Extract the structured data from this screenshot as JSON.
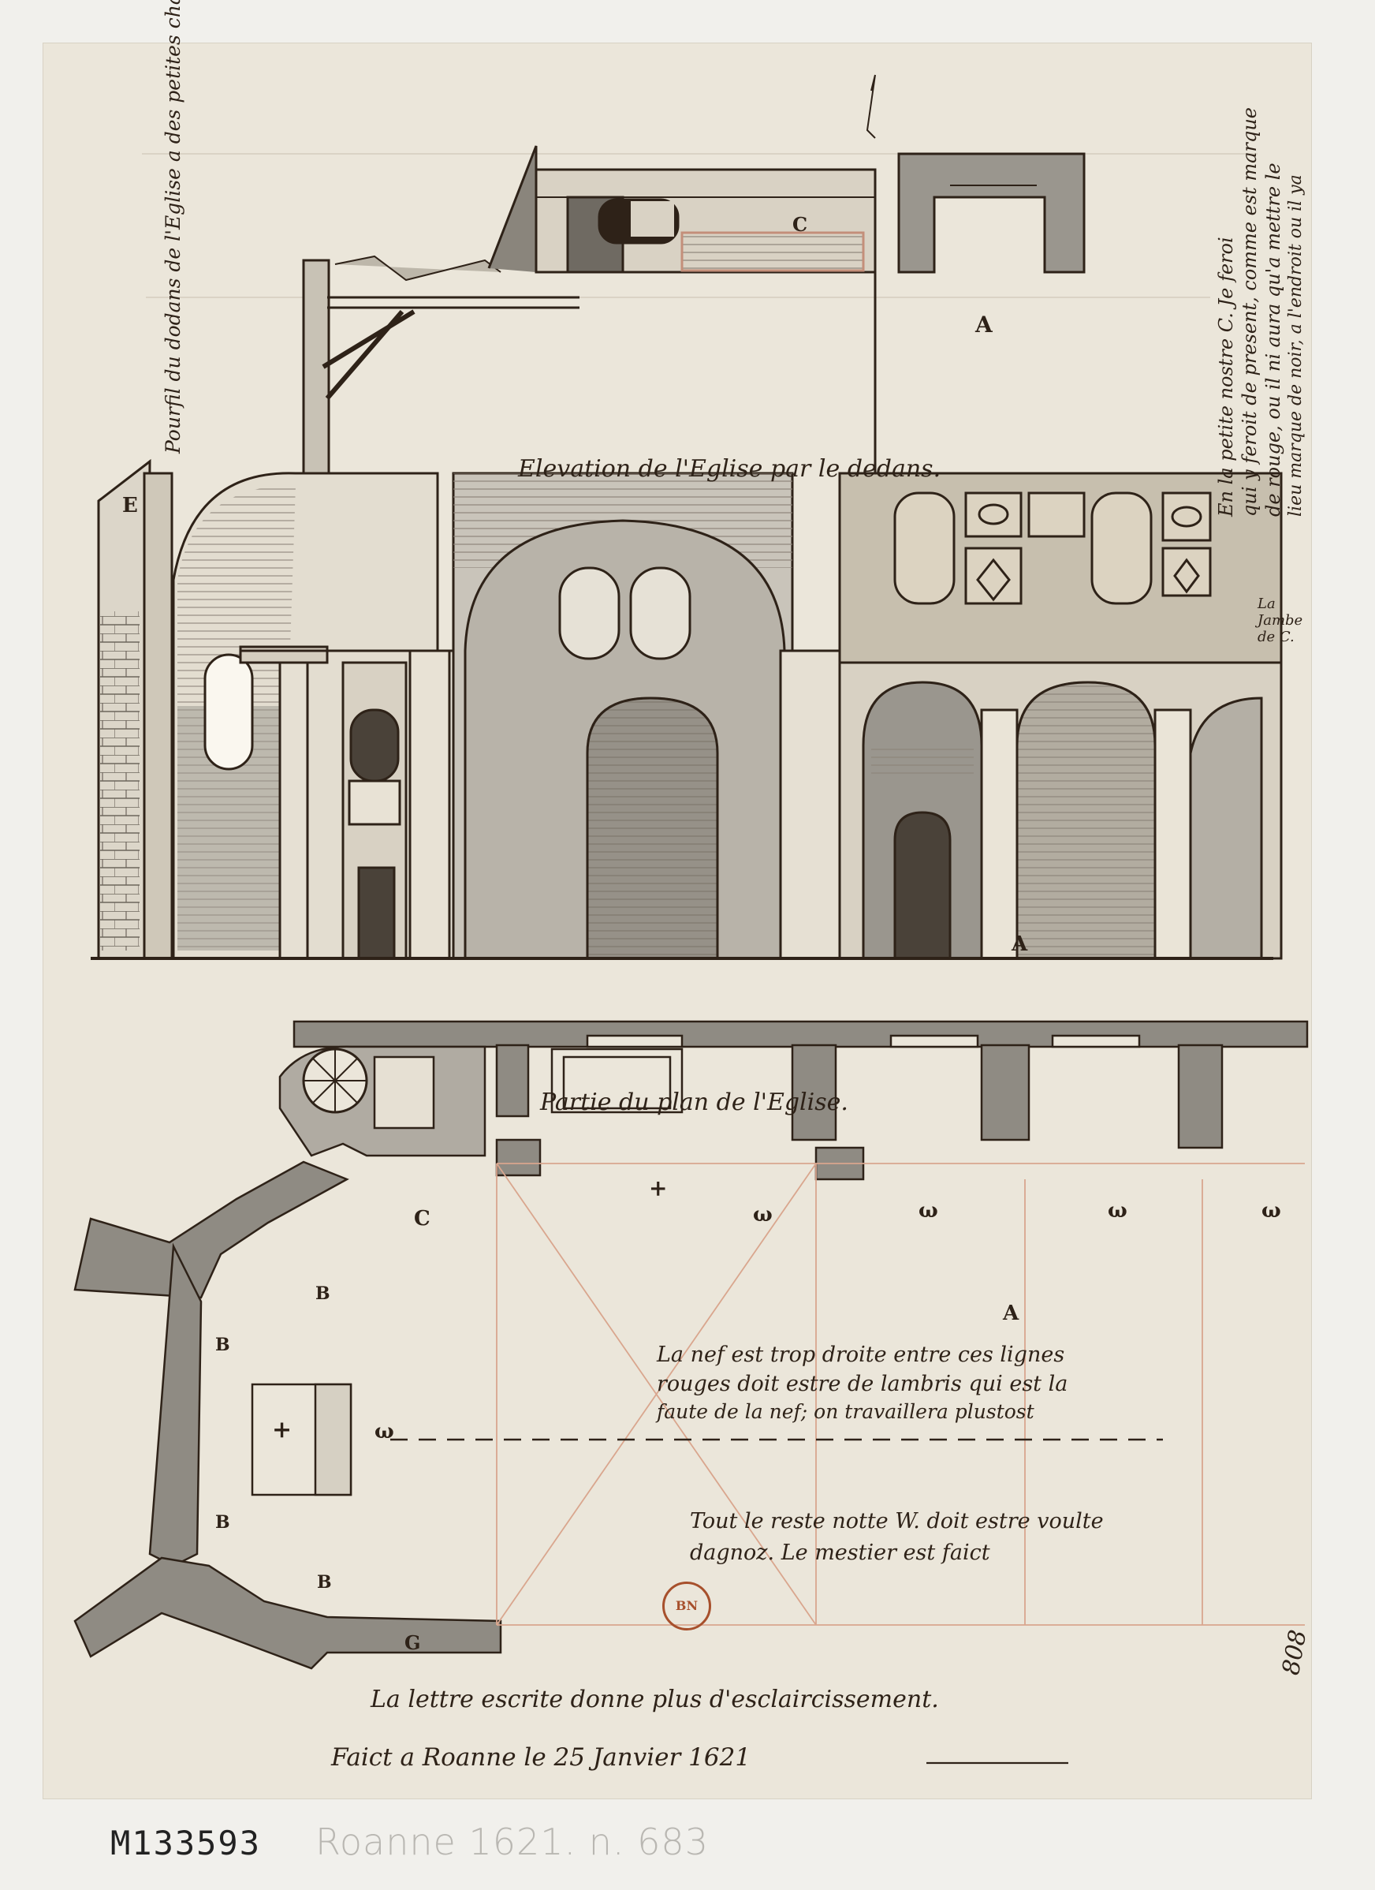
{
  "sheet": {
    "annotation_left": "Pourfil du dodans de l'Eglise a des petites chapelles",
    "caption_elevation": "Elevation de l'Eglise par le dedans.",
    "annotation_right_1": "En la petite nostre C. Je feroi",
    "annotation_right_2": "qui y feroit de present, comme est marque",
    "annotation_right_3": "de rouge, ou il ni aura qu'a mettre le",
    "annotation_right_4": "lieu marque de noir, a l'endroit ou il ya",
    "annotation_right_small": "La Jambe de C.",
    "caption_plan": "Partie du plan de l'Eglise.",
    "note_nave_1": "La nef est trop droite entre ces lignes",
    "note_nave_2": "rouges doit estre de lambris qui est la",
    "note_nave_3": "faute de la nef; on travaillera plustost",
    "note_rest_1": "Tout le reste notte W. doit estre voulte",
    "note_rest_2": "dagnoz. Le mestier est faict",
    "note_letter": "La lettre escrite donne plus d'esclaircissement.",
    "signature": "Faict a Roanne le 25 Janvier 1621",
    "page_number": "808",
    "stamp": "BN"
  },
  "letters": {
    "A": "A",
    "B": "B",
    "C": "C",
    "E": "E",
    "G": "G",
    "W": "ω",
    "cross": "+"
  },
  "footer": {
    "catalog_number": "M133593",
    "pencil_note": "Roanne 1621. n. 683"
  },
  "colors": {
    "paper": "#ebe6da",
    "ink": "#2e2218",
    "wash": "#9a968e",
    "wash_dark": "#6f6a62",
    "red_line": "#d9a68e"
  }
}
